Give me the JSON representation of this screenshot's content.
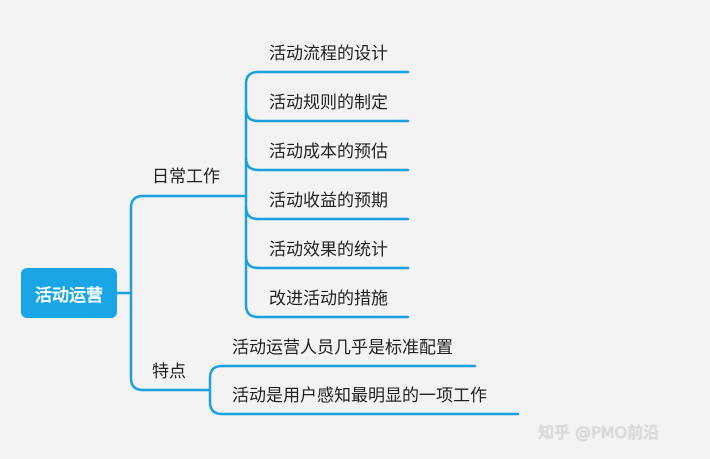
{
  "colors": {
    "line": "#1ba1e2",
    "root_bg": "#19a5e6",
    "text": "#222222",
    "background": "#f3f3f3"
  },
  "mindmap": {
    "root": "活动运营",
    "branches": [
      {
        "label": "日常工作",
        "children": [
          "活动流程的设计",
          "活动规则的制定",
          "活动成本的预估",
          "活动收益的预期",
          "活动效果的统计",
          "改进活动的措施"
        ]
      },
      {
        "label": "特点",
        "children": [
          "活动运营人员几乎是标准配置",
          "活动是用户感知最明显的一项工作"
        ]
      }
    ]
  },
  "watermark": "知乎 @PMO前沿"
}
